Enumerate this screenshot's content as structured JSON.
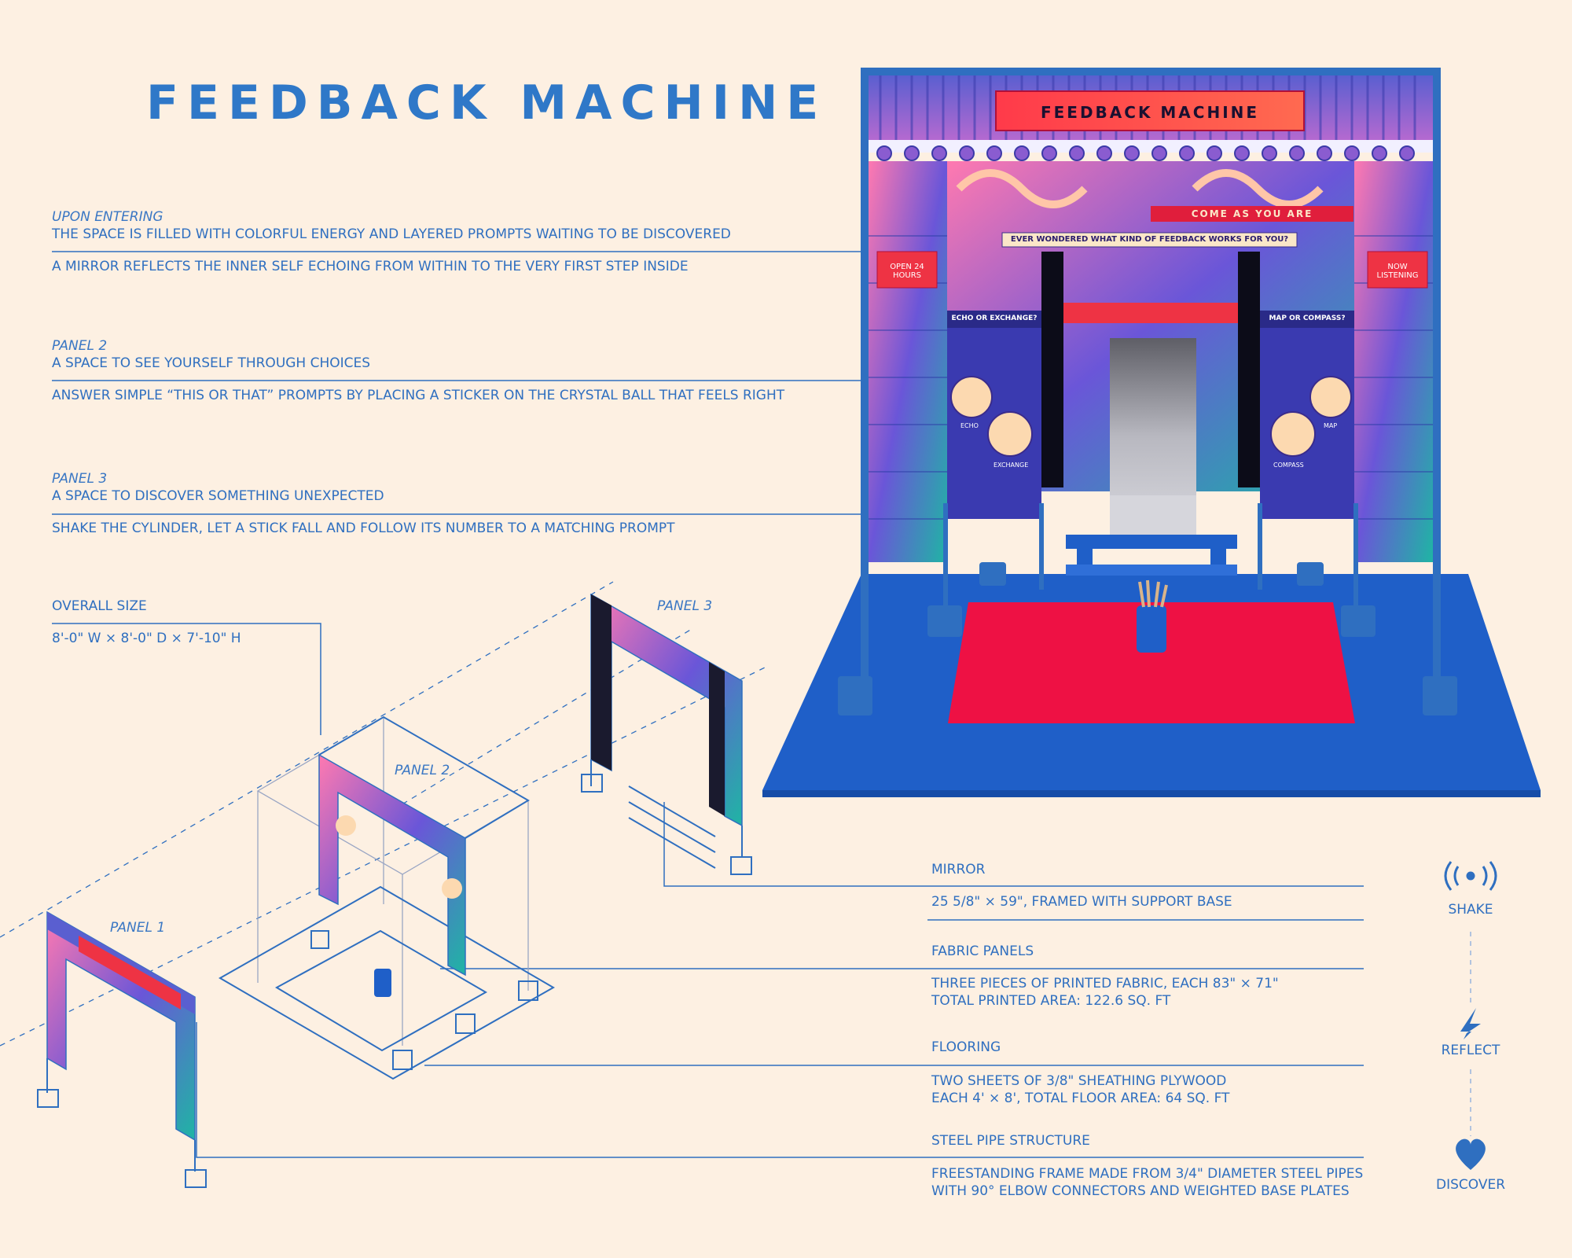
{
  "title": "FEEDBACK MACHINE",
  "booth_sign": "FEEDBACK MACHINE",
  "booth_subsign": "EVER WONDERED WHAT KIND OF FEEDBACK WORKS FOR YOU?",
  "booth_banner_top": "COME AS YOU ARE",
  "booth_left_sign": "OPEN 24 HOURS",
  "booth_right_sign": "NOW LISTENING",
  "booth_left_prompt": "ECHO OR EXCHANGE?",
  "booth_right_prompt": "MAP OR COMPASS?",
  "booth_left_ball_a": "ECHO",
  "booth_left_ball_b": "EXCHANGE",
  "booth_right_ball_a": "MAP",
  "booth_right_ball_b": "COMPASS",
  "sections": [
    {
      "kicker": "UPON ENTERING",
      "line1": "THE SPACE IS FILLED WITH COLORFUL ENERGY AND LAYERED PROMPTS WAITING TO BE DISCOVERED",
      "line2": "A MIRROR REFLECTS THE INNER SELF ECHOING FROM WITHIN TO THE VERY FIRST STEP INSIDE"
    },
    {
      "kicker": "PANEL 2",
      "line1": "A SPACE TO SEE YOURSELF THROUGH CHOICES",
      "line2": "ANSWER SIMPLE “THIS OR THAT” PROMPTS  BY PLACING A STICKER ON THE CRYSTAL BALL THAT FEELS RIGHT"
    },
    {
      "kicker": "PANEL 3",
      "line1": "A SPACE TO DISCOVER SOMETHING UNEXPECTED",
      "line2": "SHAKE THE CYLINDER, LET A STICK FALL AND FOLLOW ITS NUMBER TO A MATCHING PROMPT"
    }
  ],
  "overall": {
    "label": "OVERALL SIZE",
    "value": "8'-0\" W × 8'-0\" D × 7'-10\" H"
  },
  "panel_labels": [
    "PANEL 1",
    "PANEL 2",
    "PANEL 3"
  ],
  "specs": [
    {
      "head": "MIRROR",
      "lines": [
        "25 5/8\" × 59\", FRAMED WITH SUPPORT BASE"
      ]
    },
    {
      "head": "FABRIC PANELS",
      "lines": [
        "THREE PIECES OF PRINTED FABRIC, EACH 83\" × 71\"",
        "TOTAL PRINTED AREA: 122.6 SQ. FT"
      ]
    },
    {
      "head": "FLOORING",
      "lines": [
        "TWO SHEETS OF 3/8\" SHEATHING PLYWOOD",
        "EACH 4' × 8', TOTAL FLOOR AREA: 64 SQ. FT"
      ]
    },
    {
      "head": "STEEL PIPE STRUCTURE",
      "lines": [
        "FREESTANDING FRAME MADE FROM 3/4\" DIAMETER STEEL PIPES",
        "WITH 90° ELBOW CONNECTORS AND WEIGHTED BASE PLATES"
      ]
    }
  ],
  "flow": [
    {
      "label": "SHAKE",
      "icon": "vibration-icon"
    },
    {
      "label": "REFLECT",
      "icon": "lightning-icon"
    },
    {
      "label": "DISCOVER",
      "icon": "heart-icon"
    }
  ],
  "colors": {
    "background": "#fdf0e2",
    "accent": "#2f6fc0",
    "floor": "#1f5fc8",
    "rug": "#ee1144",
    "sign": "#ee3344"
  }
}
